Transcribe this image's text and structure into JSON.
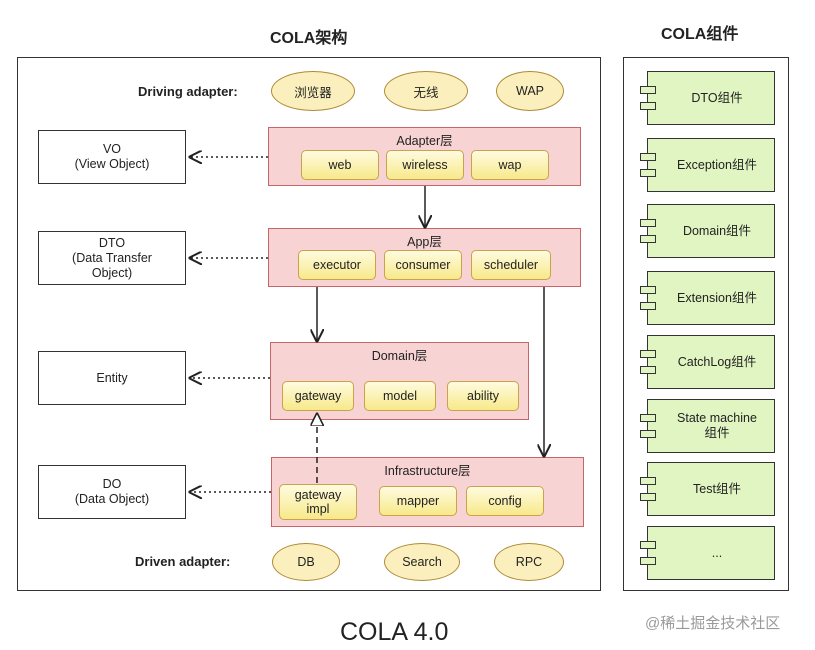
{
  "architecture": {
    "title": "COLA架构",
    "driving_adapter_label": "Driving adapter:",
    "driven_adapter_label": "Driven adapter:",
    "driving_adapters": [
      "浏览器",
      "无线",
      "WAP"
    ],
    "driven_adapters": [
      "DB",
      "Search",
      "RPC"
    ],
    "objects": {
      "vo": "VO\n(View Object)",
      "dto": "DTO\n(Data Transfer\nObject)",
      "entity": "Entity",
      "do": "DO\n(Data Object)"
    },
    "layers": {
      "adapter": {
        "title": "Adapter层",
        "items": [
          "web",
          "wireless",
          "wap"
        ]
      },
      "app": {
        "title": "App层",
        "items": [
          "executor",
          "consumer",
          "scheduler"
        ]
      },
      "domain": {
        "title": "Domain层",
        "items": [
          "gateway",
          "model",
          "ability"
        ]
      },
      "infrastructure": {
        "title": "Infrastructure层",
        "items": [
          "gateway\nimpl",
          "mapper",
          "config"
        ]
      }
    }
  },
  "components": {
    "title": "COLA组件",
    "items": [
      "DTO组件",
      "Exception组件",
      "Domain组件",
      "Extension组件",
      "CatchLog组件",
      "State machine\n组件",
      "Test组件",
      "..."
    ]
  },
  "footer": {
    "title": "COLA 4.0",
    "watermark": "@稀土掘金技术社区"
  },
  "colors": {
    "layer_fill": "#f8d3d4",
    "layer_border": "#c7666a",
    "chip_fill": "#f7e98a",
    "ellipse_fill": "#fbf0bd",
    "component_fill": "#e1f5c2"
  }
}
